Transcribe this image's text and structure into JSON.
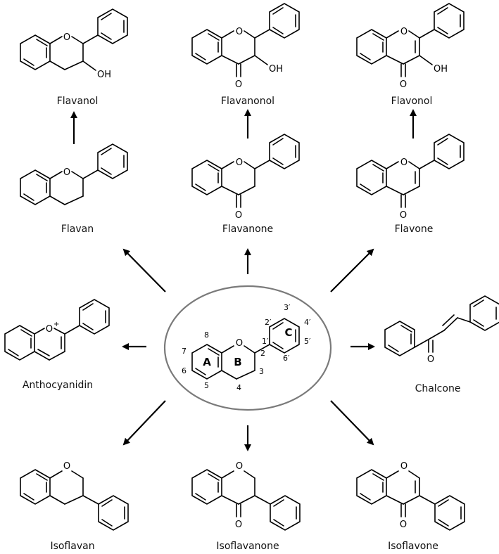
{
  "compounds": [
    {
      "id": "flavanol",
      "name": "Flavanol",
      "substituents": [
        "O",
        "OH"
      ]
    },
    {
      "id": "flavanonol",
      "name": "Flavanonol",
      "substituents": [
        "O",
        "O",
        "OH"
      ]
    },
    {
      "id": "flavonol",
      "name": "Flavonol",
      "substituents": [
        "O",
        "O",
        "OH"
      ]
    },
    {
      "id": "flavan",
      "name": "Flavan",
      "substituents": [
        "O"
      ]
    },
    {
      "id": "flavanone",
      "name": "Flavanone",
      "substituents": [
        "O",
        "O"
      ]
    },
    {
      "id": "flavone",
      "name": "Flavone",
      "substituents": [
        "O",
        "O"
      ]
    },
    {
      "id": "anthocyanidin",
      "name": "Anthocyanidin",
      "substituents": [
        "O",
        "+"
      ]
    },
    {
      "id": "chalcone",
      "name": "Chalcone",
      "substituents": [
        "O"
      ]
    },
    {
      "id": "isoflavan",
      "name": "Isoflavan",
      "substituents": [
        "O"
      ]
    },
    {
      "id": "isoflavanone",
      "name": "Isoflavanone",
      "substituents": [
        "O",
        "O"
      ]
    },
    {
      "id": "isoflavone",
      "name": "Isoflavone",
      "substituents": [
        "O",
        "O"
      ]
    }
  ],
  "core": {
    "ring_labels": [
      "A",
      "B",
      "C"
    ],
    "oxygen": "O",
    "positions": [
      "2",
      "3",
      "4",
      "5",
      "6",
      "7",
      "8",
      "1′",
      "2′",
      "3′",
      "4′",
      "5′",
      "6′"
    ]
  }
}
